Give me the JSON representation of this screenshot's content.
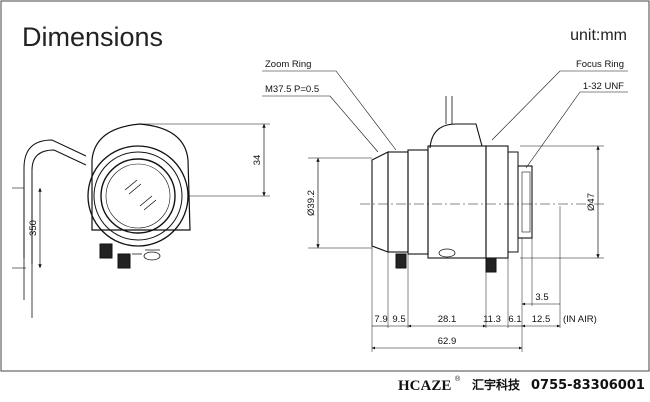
{
  "title": "Dimensions",
  "unit": "unit:mm",
  "labels": {
    "zoom_ring": "Zoom Ring",
    "thread": "M37.5 P=0.5",
    "focus_ring": "Focus Ring",
    "mount": "1-32 UNF"
  },
  "dims": {
    "cable": "350",
    "front_height": "34",
    "diameter_front": "Ø39.2",
    "diameter_rear": "Ø47",
    "seg1": "7.9",
    "seg2": "9.5",
    "seg3": "28.1",
    "seg4": "11.3",
    "seg5": "6.1",
    "seg6": "12.5",
    "small": "3.5",
    "in_air": "(IN AIR)",
    "total": "62.9"
  },
  "footer": {
    "brand": "HCAZE",
    "reg": "®",
    "company": "汇宇科技",
    "phone": "0755-83306001"
  }
}
